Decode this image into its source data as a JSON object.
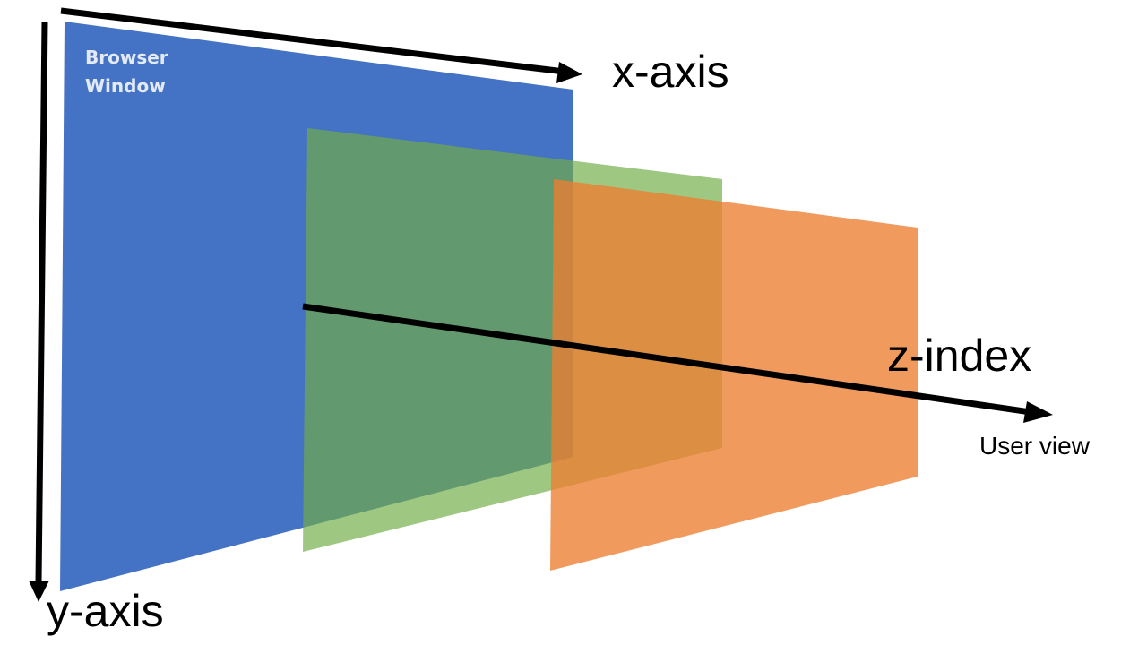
{
  "labels": {
    "browser_window_line1": "Browser",
    "browser_window_line2": "Window",
    "x_axis": "x-axis",
    "y_axis": "y-axis",
    "z_index": "z-index",
    "user_view": "User view"
  },
  "colors": {
    "browser_window": "#4472c4",
    "green_layer": "#70ad47",
    "orange_layer": "#ed7d31",
    "axis": "#000000"
  }
}
